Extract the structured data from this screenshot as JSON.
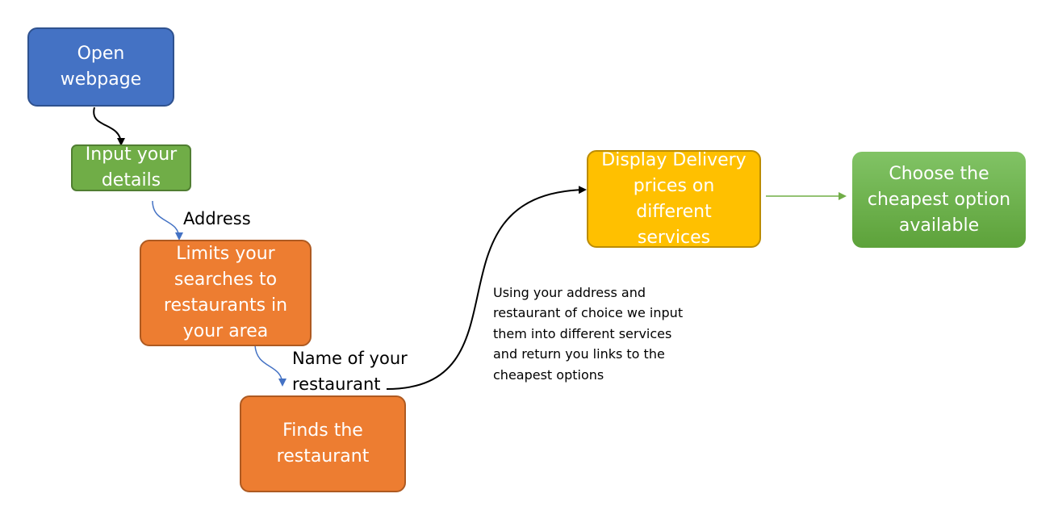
{
  "nodes": {
    "open_webpage": "Open webpage",
    "input_details": "Input your details",
    "limits_searches": "Limits your searches to restaurants in your area",
    "finds_restaurant": "Finds the restaurant",
    "display_prices": "Display Delivery prices on different services",
    "choose_cheapest": "Choose the cheapest option available"
  },
  "labels": {
    "address": "Address",
    "name_line1": "Name of your",
    "name_line2": "restaurant"
  },
  "note": {
    "lines": [
      "Using your address and",
      "restaurant of choice we input",
      "them into different services",
      "and return you links to the",
      "cheapest options"
    ]
  },
  "colors": {
    "blue": "#4472c4",
    "green": "#70ad47",
    "orange": "#ed7d31",
    "yellow": "#ffc000",
    "arrow_black": "#000000",
    "arrow_blue": "#4472c4",
    "arrow_green": "#70ad47"
  }
}
